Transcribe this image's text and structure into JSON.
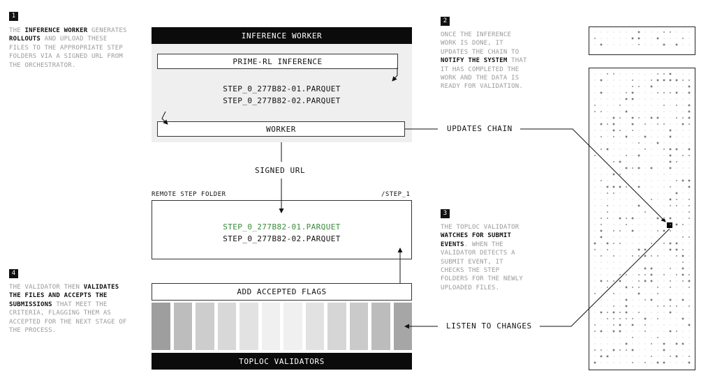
{
  "steps": {
    "one": {
      "number": "1",
      "lines": [
        [
          {
            "t": "THE ",
            "h": false
          },
          {
            "t": "INFERENCE WORKER",
            "h": true
          },
          {
            "t": " GENERATES",
            "h": false
          }
        ],
        [
          {
            "t": "ROLLOUTS",
            "h": true
          },
          {
            "t": " AND UPLOAD THESE",
            "h": false
          }
        ],
        [
          {
            "t": "FILES TO THE APPROPRIATE STEP",
            "h": false
          }
        ],
        [
          {
            "t": "FOLDERS VIA A SIGNED URL FROM",
            "h": false
          }
        ],
        [
          {
            "t": "THE ORCHESTRATOR.",
            "h": false
          }
        ]
      ]
    },
    "two": {
      "number": "2",
      "lines": [
        [
          {
            "t": "ONCE THE INFERENCE",
            "h": false
          }
        ],
        [
          {
            "t": "WORK IS DONE, IT",
            "h": false
          }
        ],
        [
          {
            "t": "UPDATES THE CHAIN TO",
            "h": false
          }
        ],
        [
          {
            "t": "NOTIFY THE SYSTEM",
            "h": true
          },
          {
            "t": " THAT",
            "h": false
          }
        ],
        [
          {
            "t": "IT HAS COMPLETED THE",
            "h": false
          }
        ],
        [
          {
            "t": "WORK AND THE DATA IS",
            "h": false
          }
        ],
        [
          {
            "t": "READY FOR VALIDATION.",
            "h": false
          }
        ]
      ]
    },
    "three": {
      "number": "3",
      "lines": [
        [
          {
            "t": "THE TOPLOC VALIDATOR",
            "h": false
          }
        ],
        [
          {
            "t": "WATCHES FOR SUBMIT",
            "h": true
          }
        ],
        [
          {
            "t": "EVENTS",
            "h": true
          },
          {
            "t": ". WHEN THE",
            "h": false
          }
        ],
        [
          {
            "t": "VALIDATOR DETECTS A",
            "h": false
          }
        ],
        [
          {
            "t": "SUBMIT EVENT, IT",
            "h": false
          }
        ],
        [
          {
            "t": "CHECKS THE STEP",
            "h": false
          }
        ],
        [
          {
            "t": "FOLDERS FOR THE NEWLY",
            "h": false
          }
        ],
        [
          {
            "t": "UPLOADED FILES.",
            "h": false
          }
        ]
      ]
    },
    "four": {
      "number": "4",
      "lines": [
        [
          {
            "t": "THE VALIDATOR THEN ",
            "h": false
          },
          {
            "t": "VALIDATES",
            "h": true
          }
        ],
        [
          {
            "t": "THE FILES AND ACCEPTS THE",
            "h": true
          }
        ],
        [
          {
            "t": "SUBMISSIONS",
            "h": true
          },
          {
            "t": " THAT MEET THE",
            "h": false
          }
        ],
        [
          {
            "t": "CRITERIA, FLAGGING THEM AS",
            "h": false
          }
        ],
        [
          {
            "t": "ACCEPTED FOR THE NEXT STAGE OF",
            "h": false
          }
        ],
        [
          {
            "t": "THE PROCESS.",
            "h": false
          }
        ]
      ]
    }
  },
  "diagram": {
    "inference_worker": "INFERENCE WORKER",
    "prime_rl": "PRIME-RL INFERENCE",
    "file1": "STEP_0_277B82-01.PARQUET",
    "file2": "STEP_0_277B82-02.PARQUET",
    "worker": "WORKER",
    "signed_url": "SIGNED URL",
    "remote_folder": "REMOTE STEP FOLDER",
    "step_path": "/STEP_1",
    "add_flags": "ADD ACCEPTED FLAGS",
    "toploc": "TOPLOC VALIDATORS",
    "updates_chain": "UPDATES CHAIN",
    "listen": "LISTEN TO CHANGES"
  },
  "colors": {
    "accepted_file": "#3a8a3a",
    "bar": "#0b0b0b",
    "panel": "#efefef"
  },
  "flag_grid_shades": [
    "#9e9e9e",
    "#bdbdbd",
    "#cdcdcd",
    "#d8d8d8",
    "#e2e2e2",
    "#f0f0f0",
    "#f0f0f0",
    "#e2e2e2",
    "#d6d6d6",
    "#cacaca",
    "#bcbcbc",
    "#a6a6a6"
  ]
}
